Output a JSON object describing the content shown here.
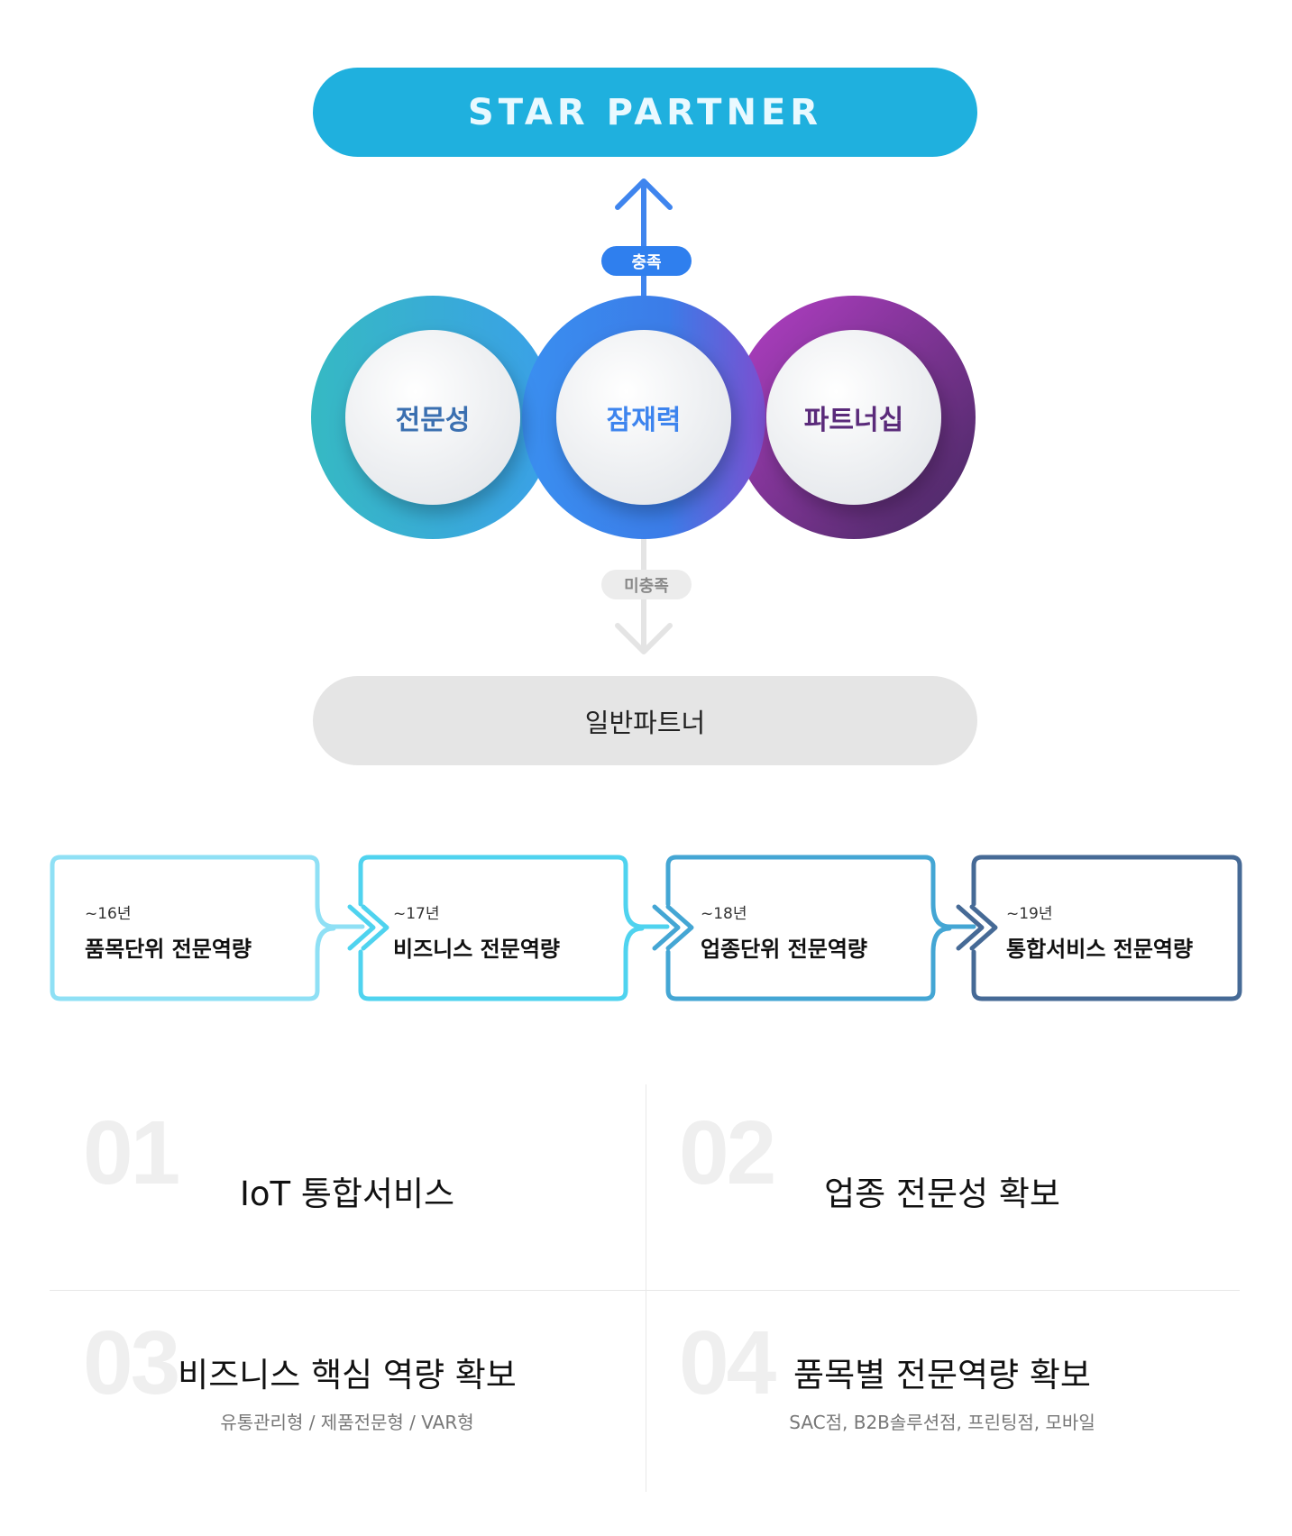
{
  "top": {
    "title": "STAR PARTNER"
  },
  "badges": {
    "satisfied": "충족",
    "unsatisfied": "미충족"
  },
  "circles": [
    {
      "label": "전문성",
      "color": "#3a6fb0"
    },
    {
      "label": "잠재력",
      "color": "#3d84ee"
    },
    {
      "label": "파트너십",
      "color": "#5a2a7a"
    }
  ],
  "bottom": {
    "title": "일반파트너"
  },
  "steps": [
    {
      "year": "~16년",
      "name": "품목단위 전문역량",
      "color": "#8fe0f5"
    },
    {
      "year": "~17년",
      "name": "비즈니스 전문역량",
      "color": "#4fd3ef"
    },
    {
      "year": "~18년",
      "name": "업종단위 전문역량",
      "color": "#44a6d4"
    },
    {
      "year": "~19년",
      "name": "통합서비스 전문역량",
      "color": "#466a96"
    }
  ],
  "quadrants": [
    {
      "num": "01",
      "title": "IoT 통합서비스",
      "subtitle": ""
    },
    {
      "num": "02",
      "title": "업종 전문성 확보",
      "subtitle": ""
    },
    {
      "num": "03",
      "title": "비즈니스 핵심 역량 확보",
      "subtitle": "유통관리형 / 제품전문형 / VAR형"
    },
    {
      "num": "04",
      "title": "품목별 전문역량 확보",
      "subtitle": "SAC점, B2B솔루션점, 프린팅점, 모바일"
    }
  ]
}
